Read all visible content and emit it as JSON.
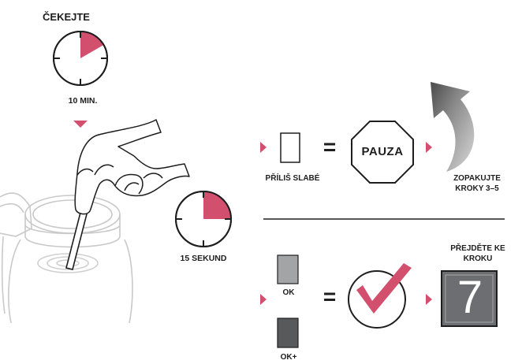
{
  "wait": {
    "title": "ČEKEJTE",
    "duration": "10 MIN."
  },
  "dip": {
    "duration": "15 SEKUND"
  },
  "weak": {
    "label": "PŘÍLIŠ SLABÉ",
    "equals": "=",
    "stop_sign": "PAUZA",
    "repeat": "ZOPAKUJTE KROKY 3–5"
  },
  "ok": {
    "ok_label": "OK",
    "okplus_label": "OK+",
    "equals": "=",
    "goto": "PŘEJDĚTE KE KROKU",
    "step_number": "7"
  },
  "colors": {
    "accent": "#d2506e",
    "ink": "#1e1e1e",
    "ok_swatch": "#a3a4a6",
    "okplus_swatch": "#58595b",
    "step_tile": "#6d6e71"
  },
  "icons": [
    "timer-icon",
    "arrow-down-icon",
    "hand-with-strip",
    "jar-illustration",
    "empty-square-icon",
    "stop-sign-icon",
    "curved-return-arrow-icon",
    "checkmark-circle-icon",
    "step-tile-icon",
    "triangle-pointer-icon"
  ]
}
